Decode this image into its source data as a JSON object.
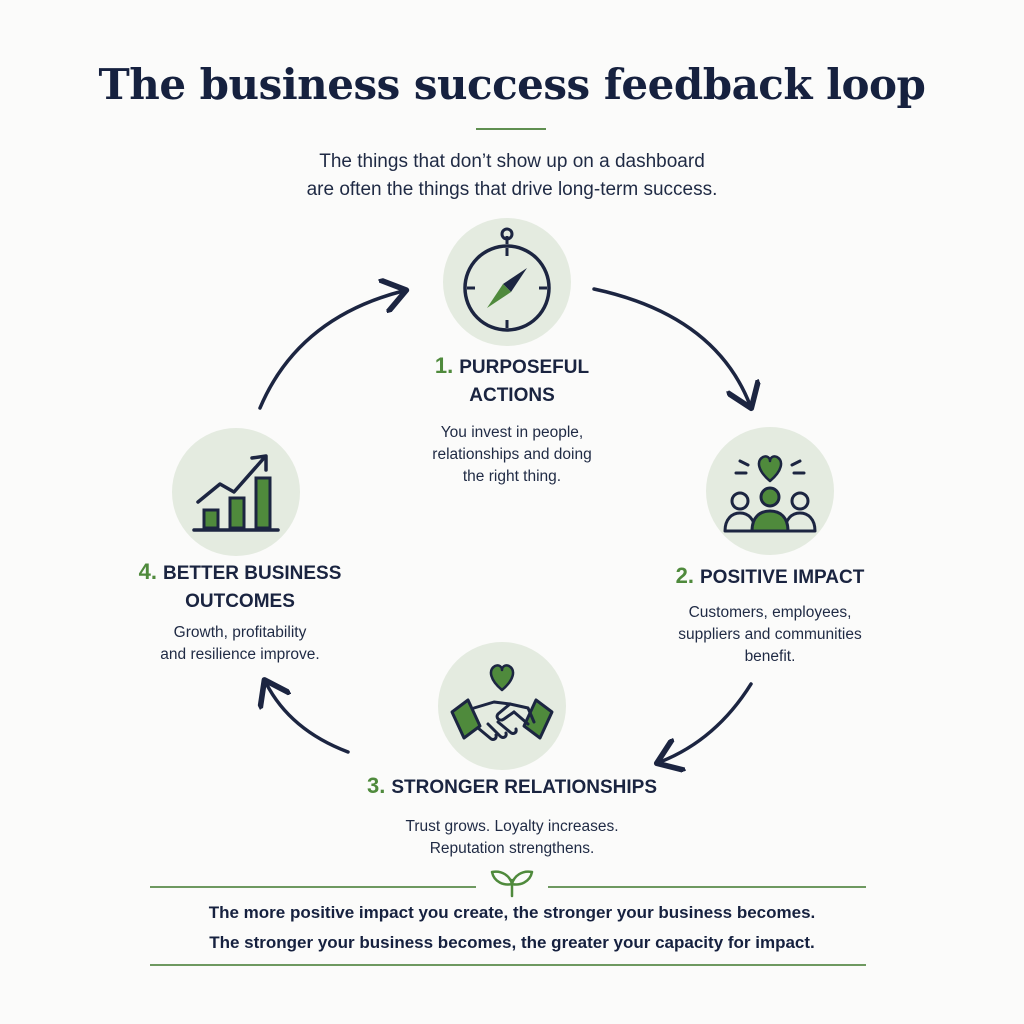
{
  "title": "The business success feedback loop",
  "subtitle": {
    "line1": "The things that don’t show up on a dashboard",
    "line2": "are often the things that drive long-term success."
  },
  "steps": [
    {
      "number": "1.",
      "heading_line1": "PURPOSEFUL",
      "heading_line2": "ACTIONS",
      "desc_line1": "You invest in people,",
      "desc_line2": "relationships and doing",
      "desc_line3": "the right thing.",
      "icon": "compass-icon"
    },
    {
      "number": "2.",
      "heading_line1": "POSITIVE IMPACT",
      "desc_line1": "Customers, employees,",
      "desc_line2": "suppliers and communities",
      "desc_line3": "benefit.",
      "icon": "people-heart-icon"
    },
    {
      "number": "3.",
      "heading_line1": "STRONGER RELATIONSHIPS",
      "desc_line1": "Trust grows. Loyalty increases.",
      "desc_line2": "Reputation strengthens.",
      "icon": "handshake-heart-icon"
    },
    {
      "number": "4.",
      "heading_line1": "BETTER BUSINESS",
      "heading_line2": "OUTCOMES",
      "desc_line1": "Growth, profitability",
      "desc_line2": "and resilience improve.",
      "icon": "growth-chart-icon"
    }
  ],
  "footer": {
    "line1": "The more positive impact you create, the stronger your business becomes.",
    "line2": "The stronger your business becomes, the greater your capacity for impact.",
    "icon": "sprout-icon"
  },
  "colors": {
    "navy": "#16213f",
    "green": "#4f8a3c",
    "circle_bg": "#e4ebe0"
  }
}
